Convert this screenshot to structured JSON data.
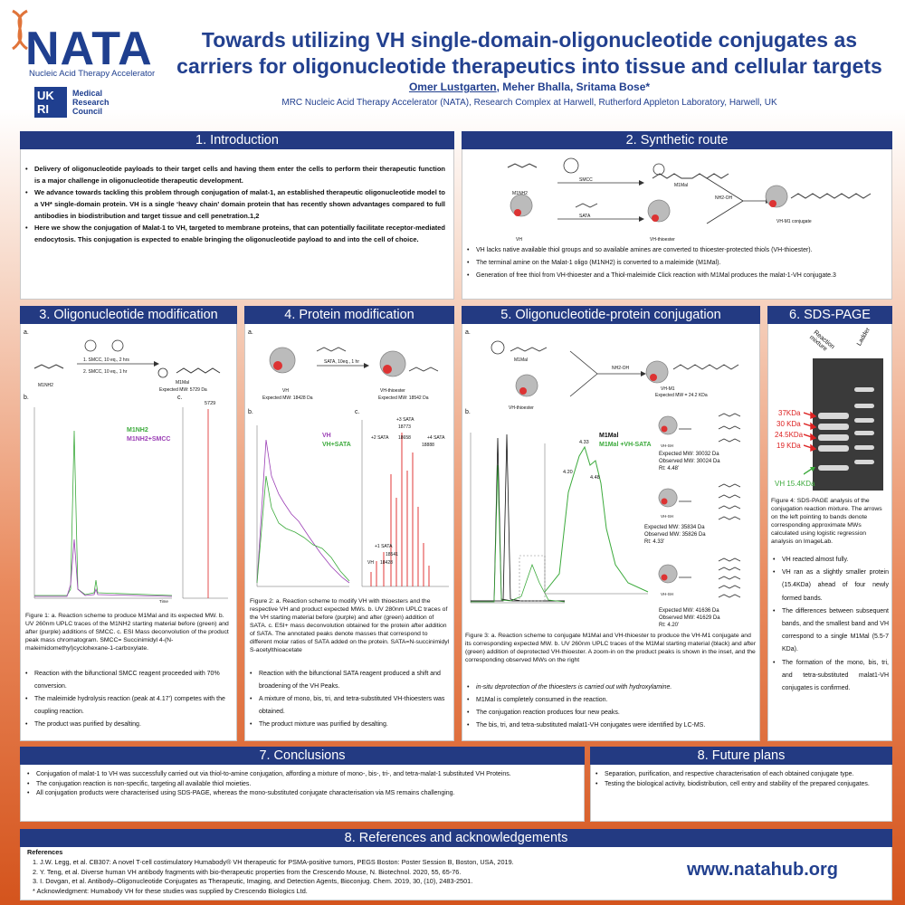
{
  "header": {
    "logo_text": "NATA",
    "logo_sub": "Nucleic Acid Therapy Accelerator",
    "mrc_box": "UK RI",
    "mrc_lines": [
      "Medical",
      "Research",
      "Council"
    ],
    "title_line1": "Towards utilizing VH single-domain-oligonucleotide conjugates as",
    "title_line2": "carriers for oligonucleotide therapeutics into tissue and cellular targets",
    "author_first": "Omer Lustgarten",
    "author_rest": ", Meher Bhalla, Sritama Bose*",
    "affiliation": "MRC Nucleic Acid Therapy Accelerator (NATA), Research Complex at Harwell, Rutherford Appleton Laboratory, Harwell, UK"
  },
  "intro": {
    "heading": "1. Introduction",
    "b1": "Delivery of oligonucleotide payloads to their target cells and having them enter the cells to perform their therapeutic function is a major challenge in oligonucleotide therapeutic development.",
    "b2": "We advance towards tackling this problem through conjugation of malat-1, an established therapeutic oligonucleotide model to a VH* single-domain protein. VH is a single ‘heavy chain’ domain protein that has recently shown advantages compared to full antibodies in biodistribution and target tissue and cell penetration.1,2",
    "b3": "Here we show the conjugation of Malat-1 to VH, targeted to membrane proteins, that can potentially facilitate receptor-mediated endocytosis. This conjugation is expected to enable bringing the oligonucleotide payload to and into the cell of choice."
  },
  "synth": {
    "heading": "2. Synthetic route",
    "lbl_m1nh2": "M1NH2",
    "lbl_smcc": "SMCC",
    "lbl_m1mal": "M1Mal",
    "lbl_sata": "SATA",
    "lbl_vh": "VH",
    "lbl_vhthio": "VH-thioester",
    "lbl_nh2oh": "NH2-OH",
    "lbl_conj": "VH-M1 conjugate",
    "b1": "VH lacks native available thiol groups and so available amines are converted to thioester-protected thiols (VH-thioester).",
    "b2": "The terminal amine on the Malat-1 oligo (M1NH2) is converted to a maleimide (M1Mal).",
    "b3": "Generation of free thiol from VH-thioester and a Thiol-maleimide Click reaction with M1Mal produces the malat-1-VH conjugate.3"
  },
  "oligo": {
    "heading": "3. Oligonucleotide modification",
    "a": "a.",
    "b": "b.",
    "c": "c.",
    "step1": "1. SMCC, 10 eq., 2 hrs",
    "step2": "2. SMCC, 10 eq., 1 hr",
    "lbl_m1nh2": "M1NH2",
    "lbl_m1mal": "M1Mal",
    "expected": "Expected MW: 5729 Da",
    "peak": "5729",
    "legend1": "M1NH2",
    "legend2": "M1NH2+SMCC",
    "xaxis": "Time",
    "caption": "Figure 1: a. Reaction scheme to produce M1Mal and its expected MW. b. UV 260nm UPLC traces of the M1NH2 starting material before (green) and after (purple) additions of SMCC. c. ESI Mass deconvolution of the product peak mass chromatogram. SMCC= Succinimidyl 4-(N-maleimidomethyl)cyclohexane-1-carboxylate.",
    "b1": "Reaction with the bifunctional SMCC reagent proceeded with 70% conversion.",
    "b2": "The maleimide hydrolysis reaction (peak at 4.17’) competes with the coupling reaction.",
    "b3": "The product was purified by desalting."
  },
  "protein": {
    "heading": "4. Protein modification",
    "a": "a.",
    "b": "b.",
    "c": "c.",
    "reagent": "SATA, 10eq., 1 hr",
    "lbl_vh": "VH",
    "exp_vh": "Expected MW: 18428 Da",
    "lbl_vhthio": "VH-thioester",
    "exp_vhthio": "Expected MW: 18542 Da",
    "legend1": "VH",
    "legend2": "VH+SATA",
    "ms_p1": "+3 SATA",
    "ms_p1v": "18773",
    "ms_p2": "+2 SATA",
    "ms_p2v": "18658",
    "ms_p3": "+4 SATA",
    "ms_p3v": "18888",
    "ms_p4": "+1 SATA",
    "ms_p4v": "18541",
    "ms_p5": "VH",
    "ms_p5v": "18428",
    "caption": "Figure 2: a. Reaction scheme to modify VH with thioesters and the respective VH and product expected MWs. b. UV 280nm UPLC traces of the VH starting material before (purple) and after (green) addition of SATA. c. ESI+ mass deconvolution obtained for the protein after addition of SATA. The annotated peaks denote masses that correspond to different molar ratios of SATA added on the protein. SATA=N-succinimidyl S-acetylthioacetate",
    "b1": "Reaction with the bifunctional SATA reagent produced a shift and broadening of the VH Peaks.",
    "b2": "A mixture of mono, bis, tri, and tetra-substituted VH-thioesters was obtained.",
    "b3": "The product mixture was purified by desalting."
  },
  "conj": {
    "heading": "5. Oligonucleotide-protein conjugation",
    "a": "a.",
    "b": "b.",
    "lbl_m1mal": "M1Mal",
    "lbl_vhthio": "VH-thioester",
    "lbl_nh2oh": "NH2-OH",
    "lbl_vhm1": "VH-M1",
    "exp": "Expected MW = 24.2 KDa",
    "legend1": "M1Mal",
    "legend2": "M1Mal +VH-SATA",
    "pk1": "4.33",
    "pk2": "4.20",
    "pk3": "4.48",
    "vhsh": "VH-SH",
    "s1": [
      "Expected MW: 30032 Da",
      "Observed MW: 30024 Da",
      "Rt: 4.48’"
    ],
    "s2": [
      "Expected MW: 35834 Da",
      "Observed MW: 35826 Da",
      "Rt: 4.33’"
    ],
    "s3": [
      "Expected MW: 41636 Da",
      "Observed MW: 41629 Da",
      "Rt: 4.20’"
    ],
    "caption": "Figure 3: a. Reaction scheme to conjugate M1Mal and VH-thioester to produce the VH-M1 conjugate and its corresponding expected MW. b. UV 260nm UPLC traces of the M1Mal starting material (black) and after (green) addition of deprotected VH-thioester. A zoom-in on the product peaks is shown in the inset, and the corresponding observed MWs on the right",
    "b1": "in-situ deprotection of the thioesters is carried out with hydroxylamine.",
    "b2": "M1Mal is completely consumed in the reaction.",
    "b3": "The conjugation reaction produces four new peaks.",
    "b4": "The bis, tri, and tetra-substituted malat1-VH conjugates were identified by LC-MS."
  },
  "sds": {
    "heading": "6. SDS-PAGE",
    "lane1": "Reaction mixture",
    "lane2": "Ladder",
    "m1": "37KDa",
    "m2": "30 KDa",
    "m3": "24.5KDa",
    "m4": "19 KDa",
    "vh": "VH 15.4KDa",
    "caption": "Figure 4: SDS-PAGE analysis of the conjugation reaction mixture. The arrows on the left pointing to bands denote corresponding approximate MWs calculated using logistic regression analysis on ImageLab.",
    "b1": "VH reacted almost fully.",
    "b2": "VH ran as a slightly smaller protein (15.4KDa) ahead of four newly formed bands.",
    "b3": "The differences between subsequent bands, and the smallest band and VH correspond to a single M1Mal (5.5-7 KDa).",
    "b4": "The formation of the mono, bis, tri, and tetra-substituted malat1-VH conjugates is confirmed."
  },
  "concl": {
    "heading": "7. Conclusions",
    "b1": "Conjugation of malat-1 to VH was successfully carried out via thiol-to-amine conjugation, affording a mixture of mono-, bis-, tri-, and tetra-malat-1 substituted VH Proteins.",
    "b2": "The conjugation reaction is non-specific, targeting all available thiol moieties.",
    "b3": "All conjugation products were characterised using SDS-PAGE, whereas the mono-substituted conjugate characterisation via MS remains challenging."
  },
  "future": {
    "heading": "8. Future plans",
    "b1": "Separation, purification, and respective characterisation of each obtained conjugate type.",
    "b2": "Testing the biological activity, biodistribution, cell entry and stability of the prepared conjugates."
  },
  "refs": {
    "heading": "8. References and acknowledgements",
    "title": "References",
    "r1": "1. J.W. Legg, et al. CB307: A novel T-cell costimulatory Humabody® VH therapeutic for PSMA-positive tumors, PEGS Boston: Poster Session B, Boston, USA, 2019.",
    "r2": "2. Y. Teng, et al. Diverse human VH antibody fragments with bio-therapeutic properties from the Crescendo Mouse, N. Biotechnol. 2020, 55, 65-76.",
    "r3": "3. I. Dovgan, et al. Antibody–Oligonucleotide Conjugates as Therapeutic, Imaging, and Detection Agents, Bioconjug. Chem. 2019, 30, (10), 2483-2501.",
    "ack": "* Acknowledgment: Humabody VH for these studies was supplied by Crescendo Biologics Ltd.",
    "url": "www.natahub.org"
  },
  "colors": {
    "navy": "#233a82",
    "green": "#3caa3c",
    "purple": "#9b3fb5",
    "red": "#d22"
  }
}
